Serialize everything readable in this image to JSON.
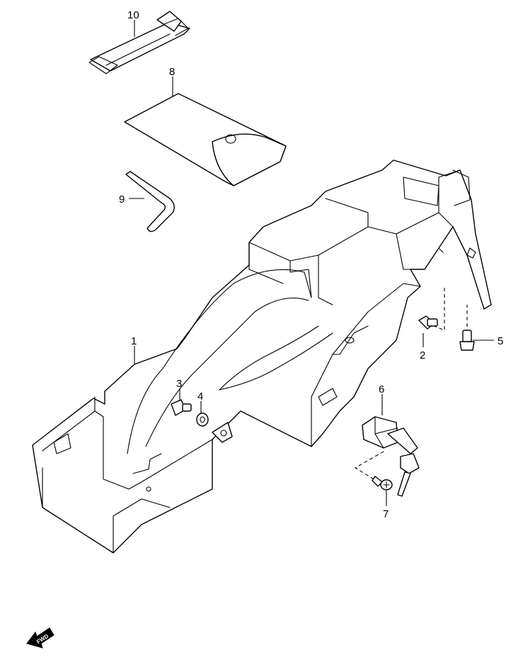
{
  "callouts": {
    "c1": "1",
    "c2": "2",
    "c3": "3",
    "c4": "4",
    "c5": "5",
    "c6": "6",
    "c7": "7",
    "c8": "8",
    "c9": "9",
    "c10": "10"
  },
  "fwd_label": "FWD",
  "colors": {
    "line": "#000000",
    "background": "#ffffff"
  }
}
